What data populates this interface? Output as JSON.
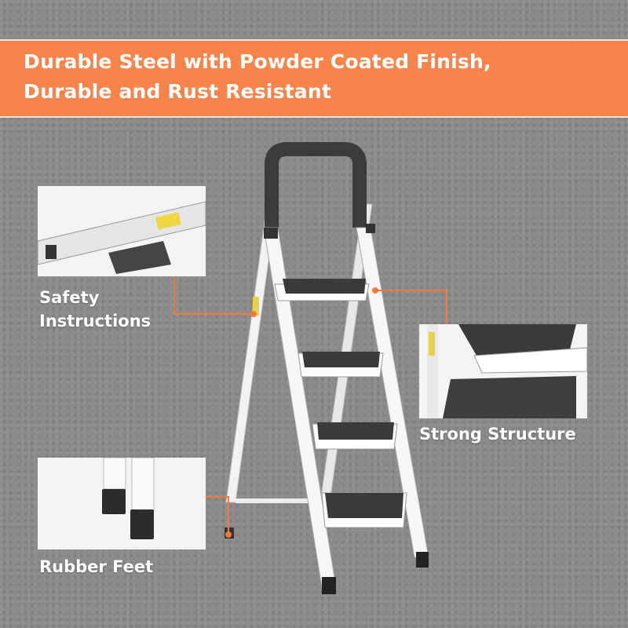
{
  "banner": {
    "line1": "Durable Steel with Powder Coated Finish,",
    "line2": "Durable and Rust Resistant"
  },
  "callouts": {
    "safety_line1": "Safety",
    "safety_line2": "Instructions",
    "strong": "Strong Structure",
    "feet": "Rubber Feet"
  },
  "colors": {
    "accent": "#f7844a",
    "background": "#8b8b89"
  }
}
